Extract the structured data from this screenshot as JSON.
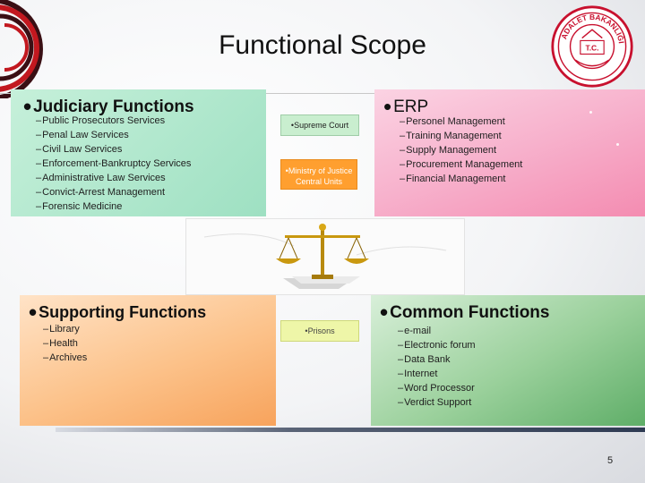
{
  "slide": {
    "title": "Functional Scope",
    "page_number": "5"
  },
  "judiciary": {
    "heading": "Judiciary Functions",
    "items": [
      "Public Prosecutors Services",
      "Penal Law Services",
      "Civil Law Services",
      "Enforcement-Bankruptcy Services",
      "Administrative Law Services",
      "Convict-Arrest Management",
      "Forensic Medicine"
    ]
  },
  "erp": {
    "heading": "ERP",
    "items": [
      "Personel Management",
      "Training Management",
      "Supply Management",
      "Procurement Management",
      "Financial Management"
    ]
  },
  "supporting": {
    "heading": "Supporting Functions",
    "items": [
      "Library",
      "Health",
      "Archives"
    ]
  },
  "common": {
    "heading": "Common Functions",
    "items": [
      "e-mail",
      "Electronic forum",
      "Data Bank",
      "Internet",
      "Word Processor",
      "Verdict Support"
    ]
  },
  "center_boxes": {
    "supreme_court": "Supreme Court",
    "ministry": "Ministry of Justice Central Units",
    "prisons": "Prisons"
  },
  "emblem": {
    "top_text": "ADALET BAKANLIĞI",
    "center_text": "T.C.",
    "colors": {
      "ring": "#c8102e",
      "inner": "#ffffff"
    }
  },
  "icons": [
    "scales-of-justice-icon",
    "ministry-emblem-logo"
  ]
}
